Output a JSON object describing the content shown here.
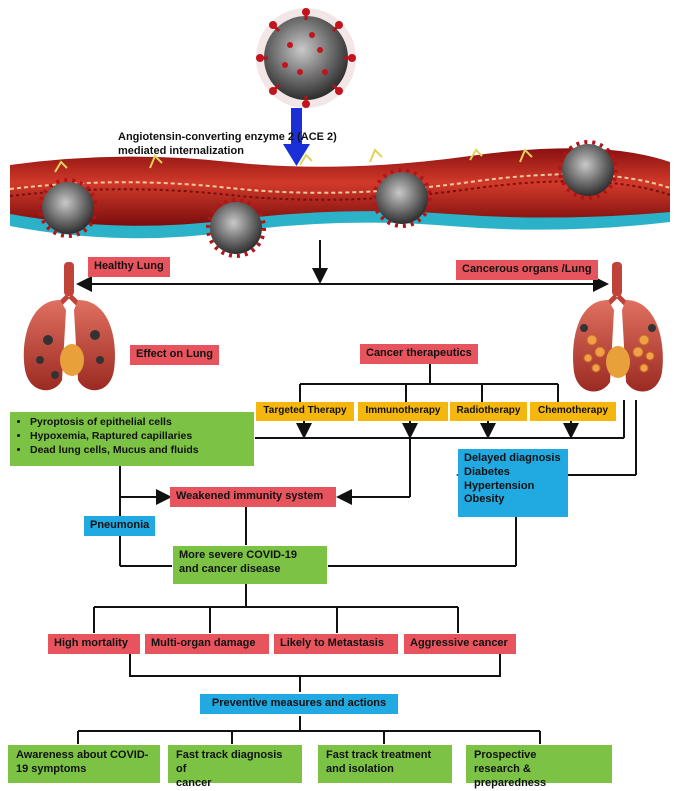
{
  "caption": {
    "line1": "Angiotensin-converting enzyme 2 (ACE 2)",
    "line2": "mediated internalization"
  },
  "labels": {
    "healthy_lung": "Healthy Lung",
    "cancerous_lung": "Cancerous organs /Lung",
    "effect_on_lung": "Effect on Lung",
    "cancer_therapeutics": "Cancer therapeutics",
    "weakened_immunity": "Weakened immunity system",
    "pneumonia": "Pneumonia",
    "severe_line1": "More severe COVID-19",
    "severe_line2": "and cancer disease",
    "preventive": "Preventive measures and actions"
  },
  "therapies": [
    "Targeted Therapy",
    "Immunotherapy",
    "Radiotherapy",
    "Chemotherapy"
  ],
  "lung_effects": [
    "Pyroptosis of epithelial cells",
    "Hypoxemia, Raptured capillaries",
    "Dead lung cells, Mucus and fluids"
  ],
  "risk_factors": [
    "Delayed diagnosis",
    "Diabetes",
    "Hypertension",
    "Obesity"
  ],
  "outcomes": [
    "High mortality",
    "Multi-organ damage",
    "Likely to Metastasis",
    "Aggressive cancer"
  ],
  "actions": [
    {
      "line1": "Awareness about COVID-",
      "line2": "19 symptoms"
    },
    {
      "line1": "Fast track diagnosis of",
      "line2": "cancer"
    },
    {
      "line1": "Fast track treatment",
      "line2": "and isolation"
    },
    {
      "line1": "Prospective",
      "line2": "research & preparedness"
    }
  ],
  "colors": {
    "red_box": "#e8545e",
    "orange_box": "#f5b70e",
    "green_box": "#7cc244",
    "blue_box": "#21a9e1",
    "arrow_blue": "#1a2fd6"
  }
}
